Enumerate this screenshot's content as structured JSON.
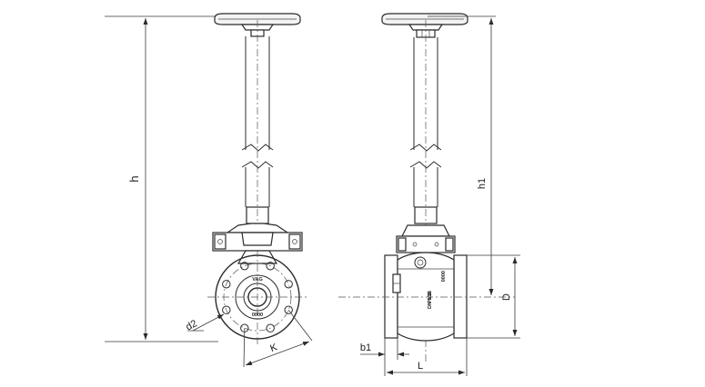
{
  "dimensions": {
    "h": "h",
    "h1": "h1",
    "D": "D",
    "d2": "d2",
    "K": "K",
    "b1": "b1",
    "L": "L"
  },
  "markings": {
    "size": "DN 100",
    "pressure": "PN16",
    "valve_id": "VAG",
    "plate": "0000"
  }
}
